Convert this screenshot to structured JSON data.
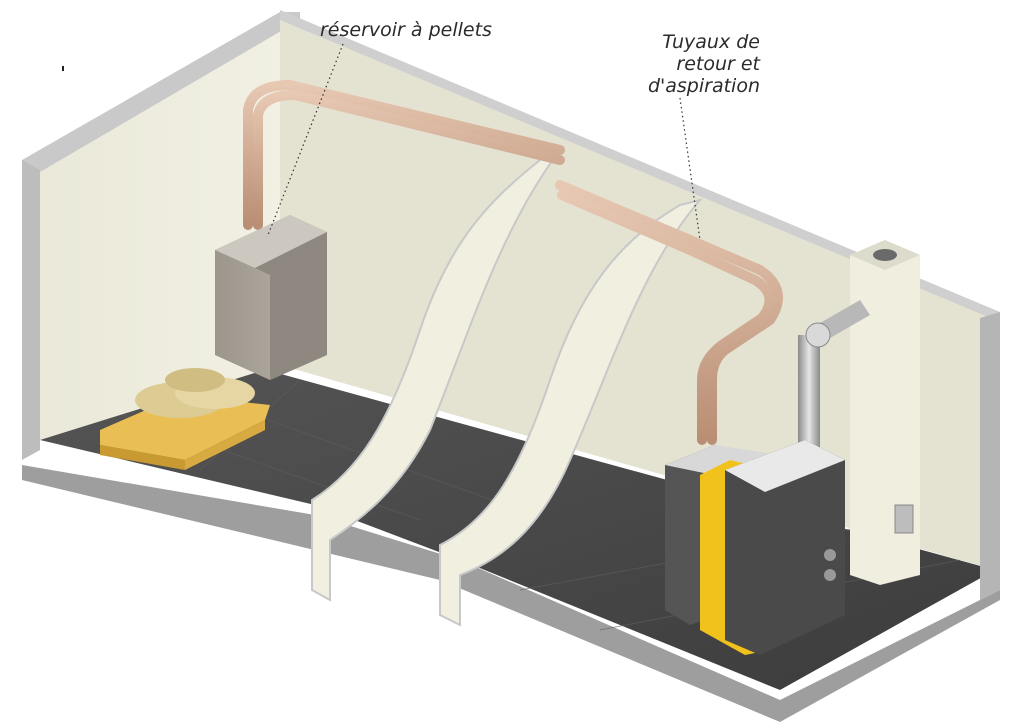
{
  "labels": {
    "reservoir": "réservoir à pellets",
    "tuyaux_line1": "Tuyaux de",
    "tuyaux_line2": "retour et",
    "tuyaux_line3": "d'aspiration"
  },
  "colors": {
    "wall": "#ecebdc",
    "wall_shade": "#dcdbc9",
    "wall_edge": "#bfbfbf",
    "floor": "#4a4a4a",
    "pipe": "#d9b39a",
    "hopper": "#a9a39a",
    "boiler_grey": "#5d5d5d",
    "boiler_yellow": "#f2c21c",
    "pallet": "#e9bf55",
    "bags": "#dccb93"
  },
  "icons": [
    "pellet-hopper",
    "wood-pallet",
    "pellet-bags",
    "pellet-boiler",
    "chimney",
    "flue-pipe",
    "suction-pipes"
  ]
}
